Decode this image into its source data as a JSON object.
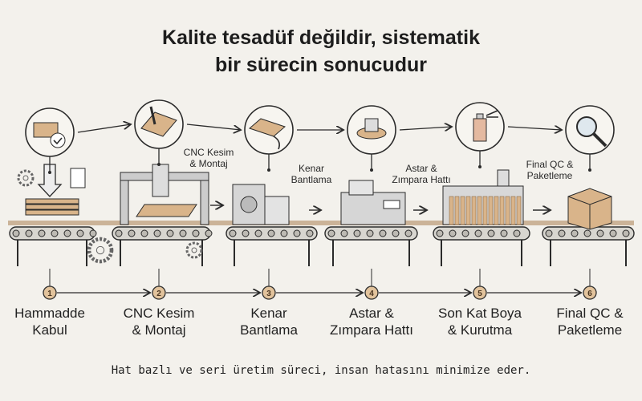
{
  "title": {
    "line1": "Kalite tesadüf değildir, sistematik",
    "line2": "bir sürecin sonucudur"
  },
  "station_captions": [
    {
      "line1": "CNC Kesim",
      "line2": "& Montaj"
    },
    {
      "line1": "Kenar",
      "line2": "Bantlama"
    },
    {
      "line1": "Astar &",
      "line2": "Zımpara Hattı"
    },
    {
      "line1": "Final QC &",
      "line2": "Paketleme"
    }
  ],
  "steps": [
    {
      "number": "1",
      "line1": "Hammadde",
      "line2": "Kabul",
      "icon": "inspection-checklist-icon"
    },
    {
      "number": "2",
      "line1": "CNC Kesim",
      "line2": "& Montaj",
      "icon": "cnc-router-icon"
    },
    {
      "number": "3",
      "line1": "Kenar",
      "line2": "Bantlama",
      "icon": "edge-banding-icon"
    },
    {
      "number": "4",
      "line1": "Astar &",
      "line2": "Zımpara Hattı",
      "icon": "sander-icon"
    },
    {
      "number": "5",
      "line1": "Son Kat Boya",
      "line2": "& Kurutma",
      "icon": "spray-paint-icon"
    },
    {
      "number": "6",
      "line1": "Final QC &",
      "line2": "Paketleme",
      "icon": "magnifier-icon"
    }
  ],
  "caption": "Hat bazlı ve seri üretim süreci, insan hatasını minimize eder.",
  "colors": {
    "background": "#f3f1ec",
    "wood": "#d9b48a",
    "line": "#2b2b2b",
    "step_fill": "#e2c39c"
  }
}
